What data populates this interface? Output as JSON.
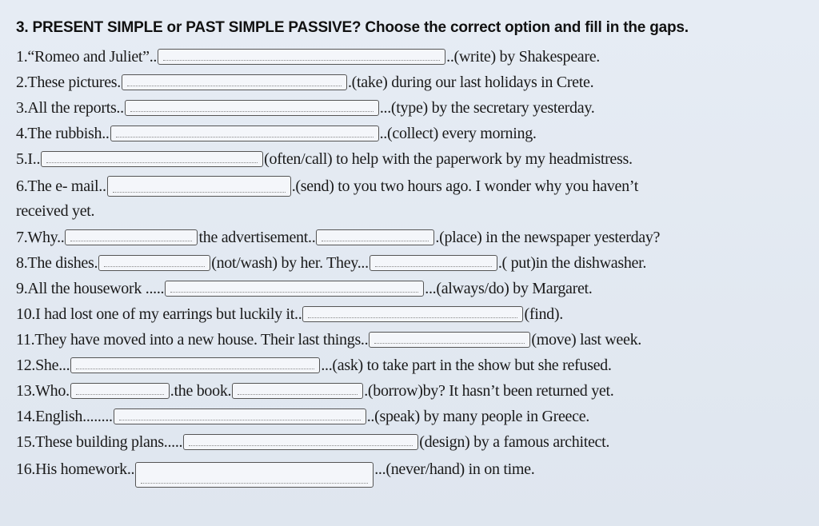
{
  "exercise": {
    "title": "3. PRESENT SIMPLE or PAST SIMPLE PASSIVE? Choose the correct option and fill in the gaps.",
    "items": [
      {
        "a": "1.“Romeo and Juliet”..",
        "b": "..(write) by Shakespeare."
      },
      {
        "a": "2.These pictures.",
        "b": ".(take) during our last holidays in Crete."
      },
      {
        "a": "3.All the reports..",
        "b": "...(type) by the secretary yesterday."
      },
      {
        "a": "4.The rubbish..",
        "b": "..(collect) every morning."
      },
      {
        "a": "5.I..",
        "b": "(often/call) to help with the paperwork by my headmistress."
      },
      {
        "a": "6.The e- mail..",
        "b": ".(send) to you two hours ago. I wonder why you haven’t",
        "c": "received yet."
      },
      {
        "a": "7.Why..",
        "b": "the advertisement..",
        "c": ".(place) in the newspaper yesterday?"
      },
      {
        "a": "8.The dishes.",
        "b": "(not/wash) by her. They...",
        "c": ".( put)in the dishwasher."
      },
      {
        "a": "9.All the housework .....",
        "b": "...(always/do) by Margaret."
      },
      {
        "a": "10.I had lost one of my earrings but luckily it..",
        "b": "(find)."
      },
      {
        "a": "11.They have moved into a new house. Their last things..",
        "b": "(move) last week."
      },
      {
        "a": "12.She...",
        "b": "...(ask) to take part in the show but she refused."
      },
      {
        "a": "13.Who.",
        "b": ".the book.",
        "c": ".(borrow)by? It hasn’t been returned yet."
      },
      {
        "a": "14.English........",
        "b": "..(speak) by many people in Greece."
      },
      {
        "a": "15.These building plans.....",
        "b": "(design) by a famous architect."
      },
      {
        "a": "16.His homework..",
        "b": "...(never/hand) in on time."
      }
    ]
  }
}
